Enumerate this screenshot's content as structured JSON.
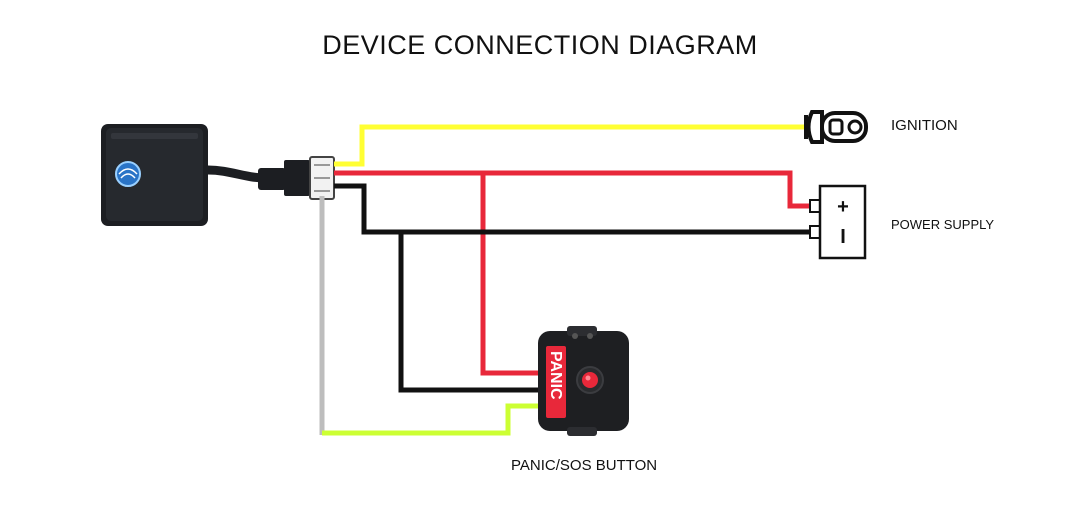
{
  "title": "DEVICE CONNECTION DIAGRAM",
  "labels": {
    "ignition": "IGNITION",
    "power_supply": "POWER SUPPLY",
    "panic_sos_button": "PANIC/SOS BUTTON"
  },
  "panic_button_text": "PANIC",
  "battery_terminals": {
    "positive": "+",
    "negative": "I"
  },
  "wire_colors": {
    "ignition": "#ffff33",
    "power_positive": "#e8283a",
    "ground": "#111111",
    "panic_signal": "#ccff33",
    "gray": "#bdbdbd"
  },
  "icons": [
    "tracker-device-icon",
    "connector-plug-icon",
    "ignition-key-icon",
    "battery-icon",
    "panic-button-icon"
  ]
}
